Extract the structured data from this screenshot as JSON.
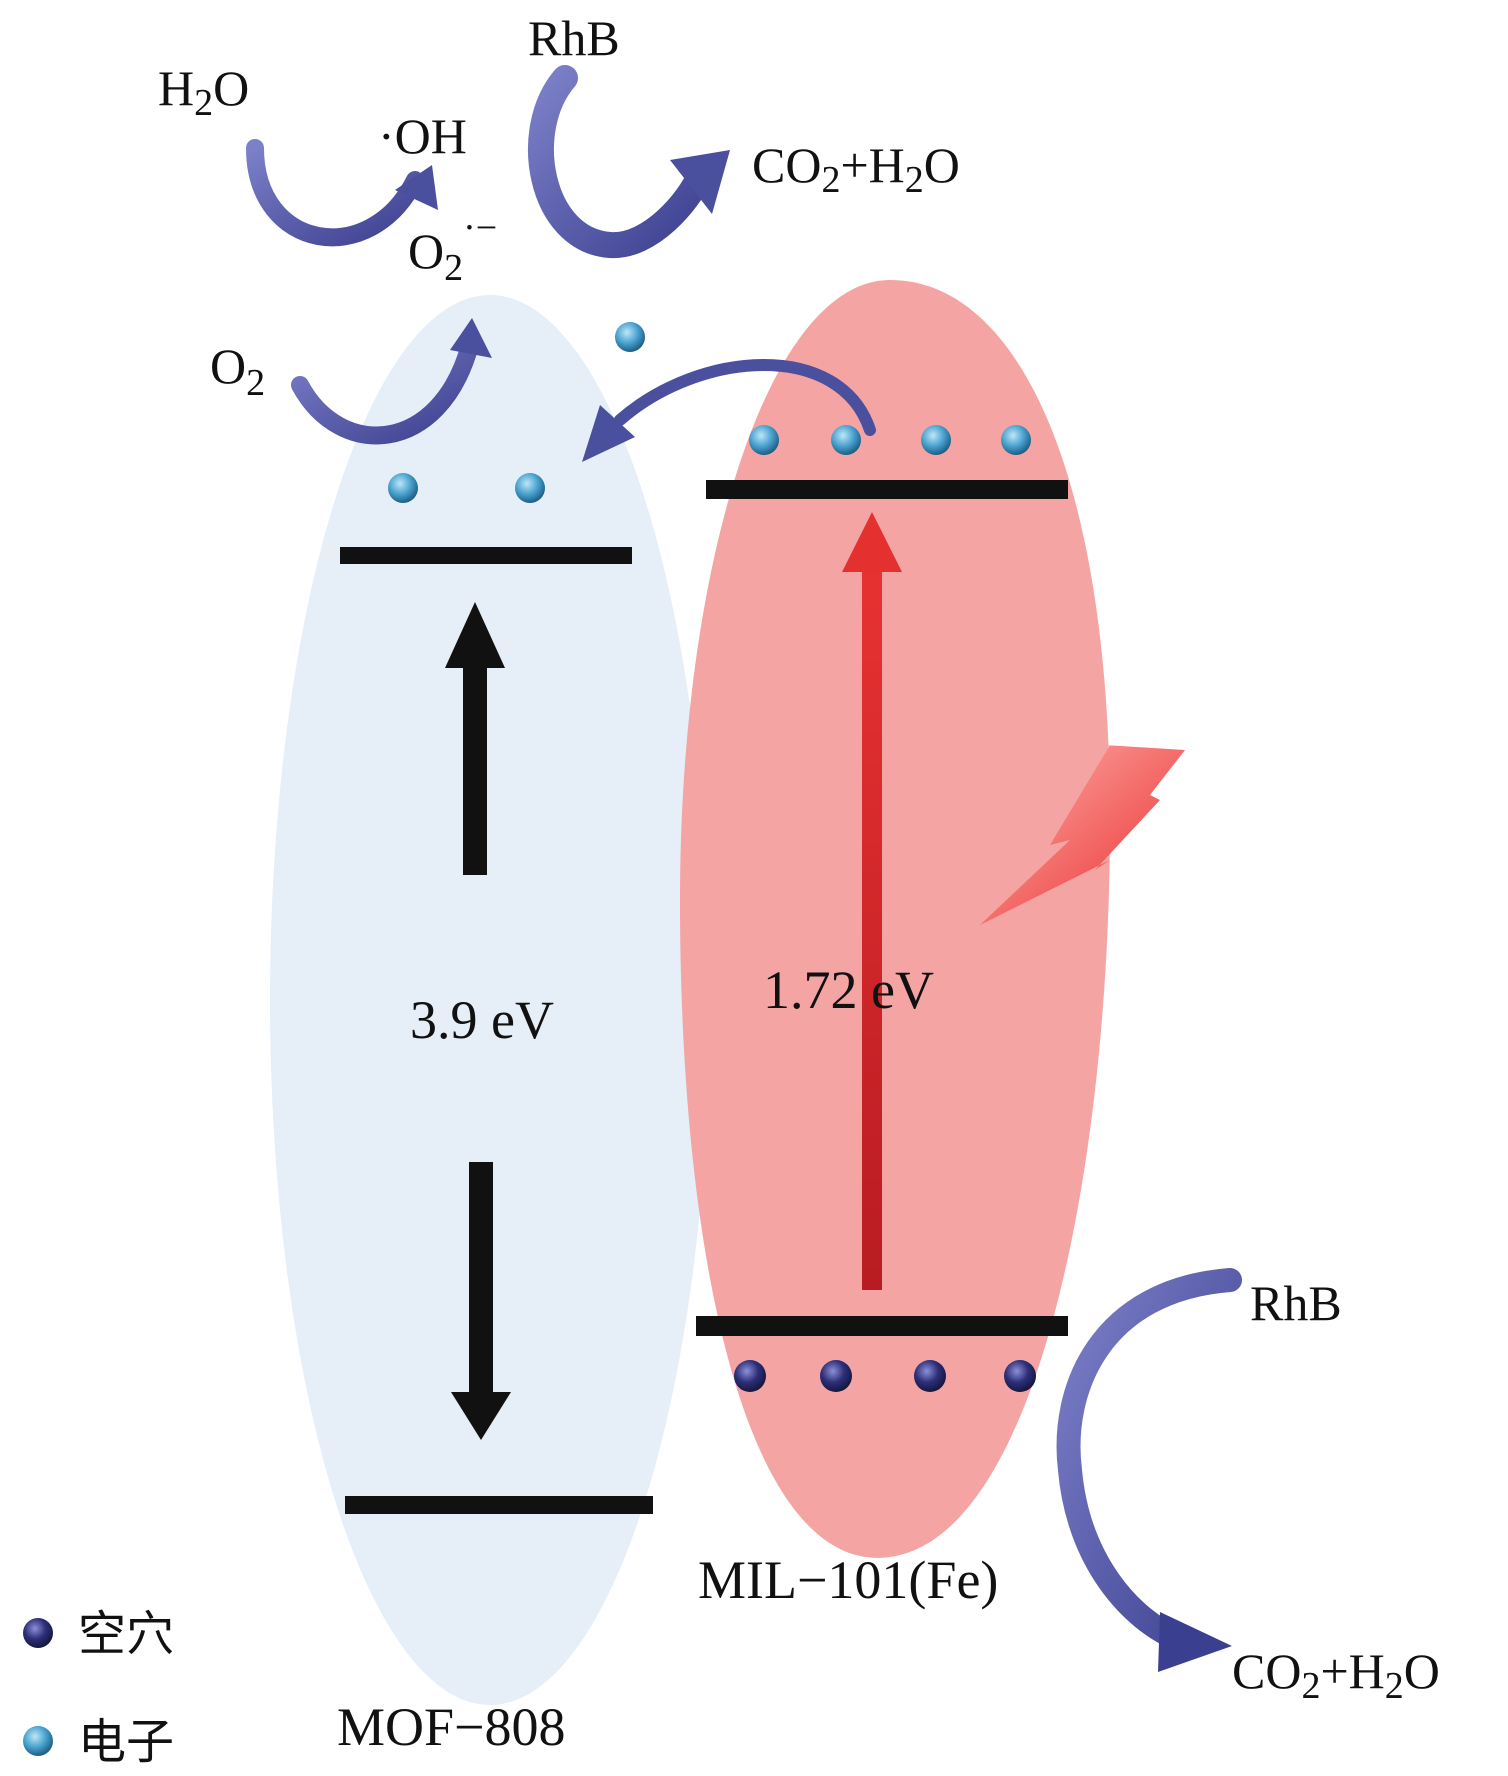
{
  "labels": {
    "h2o_prefix": "H",
    "h2o_sub": "2",
    "h2o_suffix": "O",
    "oh": "·OH",
    "rhb_top": "RhB",
    "co2_prefix": "CO",
    "co2_sub": "2",
    "co2_mid": "+H",
    "co2_sub2": "2",
    "co2_suffix": "O",
    "o2_radical_prefix": "O",
    "o2_radical_sub": "2",
    "o2_radical_sup": "·−",
    "o2_prefix": "O",
    "o2_sub": "2",
    "gap_mof808": "3.9 eV",
    "gap_mil101": "1.72 eV",
    "rhb_bottom": "RhB",
    "co2b_prefix": "CO",
    "co2b_sub": "2",
    "co2b_mid": "+H",
    "co2b_sub2": "2",
    "co2b_suffix": "O",
    "mil101_name": "MIL−101(Fe)",
    "mof808_name": "MOF−808"
  },
  "legend": {
    "hole_label": "空穴",
    "electron_label": "电子",
    "hole_color": "#2c2f78",
    "electron_color": "#4aa3d0"
  },
  "colors": {
    "mof808_fill": "#e6eef8",
    "mil101_fill": "#f4a4a2",
    "band_line": "#111111",
    "arrow_blue": "#4a4f9e",
    "excitation_arrow": "#e02828",
    "lightning": "#f0403a"
  }
}
